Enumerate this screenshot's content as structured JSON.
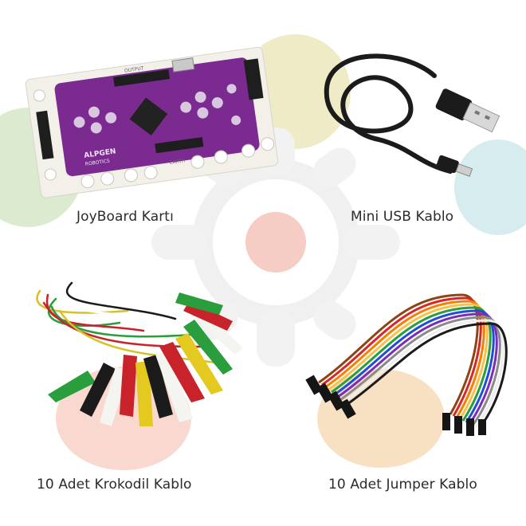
{
  "products": [
    {
      "label": "JoyBoard Kartı",
      "icon": "joyboard-board-icon"
    },
    {
      "label": "Mini USB Kablo",
      "icon": "mini-usb-cable-icon"
    },
    {
      "label": "10 Adet Krokodil Kablo",
      "icon": "alligator-clips-icon"
    },
    {
      "label": "10 Adet Jumper Kablo",
      "icon": "jumper-wires-icon"
    }
  ],
  "board": {
    "brand_text": "ALPGEN",
    "sub_text": "ROBOTICS",
    "output_text": "OUTPUT",
    "earth_text": "EARTH"
  },
  "colors": {
    "board_purple": "#7a2a8f",
    "board_white": "#f2f0e9",
    "blob_green": "#d9ebc8",
    "blob_yellow": "#eeeac3",
    "blob_blue": "#d6ecee",
    "blob_pink": "#f6cdc4",
    "blob_peach": "#f7dcc0",
    "text": "#2b2b2b"
  }
}
